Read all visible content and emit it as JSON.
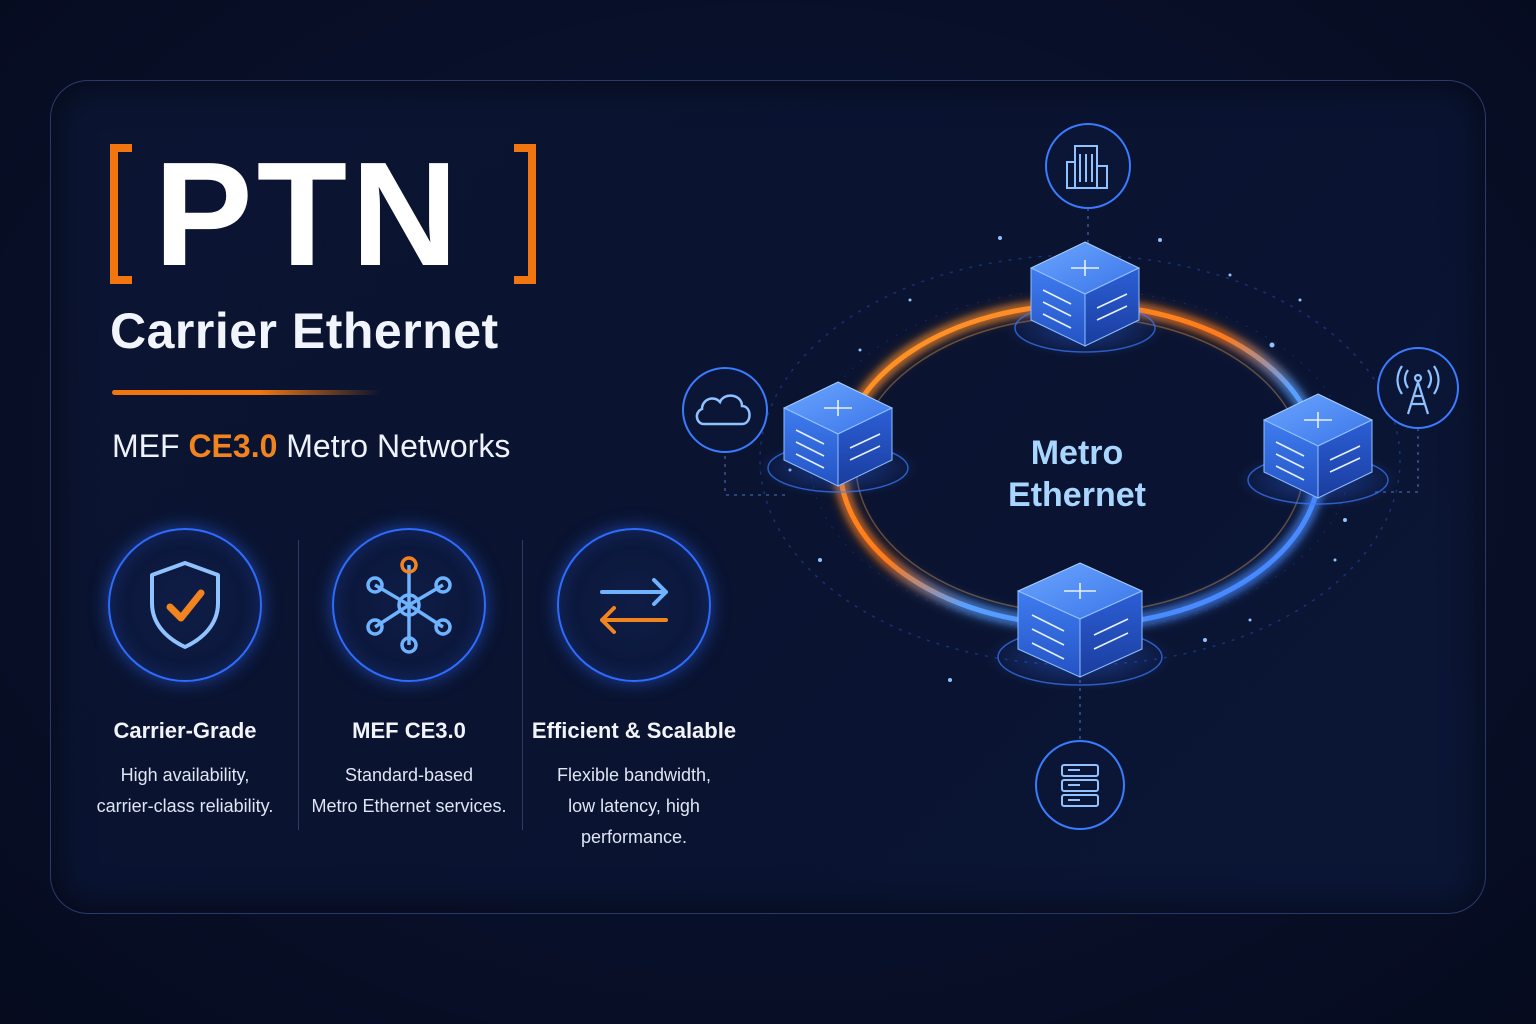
{
  "title": {
    "main": "PTN",
    "subtitle": "Carrier Ethernet",
    "tagline_prefix": "MEF ",
    "tagline_highlight": "CE3.0",
    "tagline_suffix": " Metro Networks"
  },
  "features": [
    {
      "icon": "shield-check-icon",
      "title": "Carrier-Grade",
      "desc_lines": [
        "High availability,",
        "carrier-class reliability."
      ]
    },
    {
      "icon": "network-hub-icon",
      "title": "MEF CE3.0",
      "desc_lines": [
        "Standard-based",
        "Metro Ethernet services."
      ]
    },
    {
      "icon": "swap-arrows-icon",
      "title": "Efficient & Scalable",
      "desc_lines": [
        "Flexible bandwidth,",
        "low latency, high",
        "performance."
      ]
    }
  ],
  "diagram": {
    "center_label_lines": [
      "Metro",
      "Ethernet"
    ],
    "endpoints": [
      "building-icon",
      "cloud-icon",
      "cell-tower-icon",
      "server-icon"
    ],
    "nodes": [
      "switch-top",
      "switch-left",
      "switch-right",
      "switch-bottom"
    ]
  },
  "colors": {
    "accent_orange": "#f2760f",
    "accent_blue": "#2f6bff",
    "background": "#08102a",
    "label_blue": "#9fd0ff"
  }
}
